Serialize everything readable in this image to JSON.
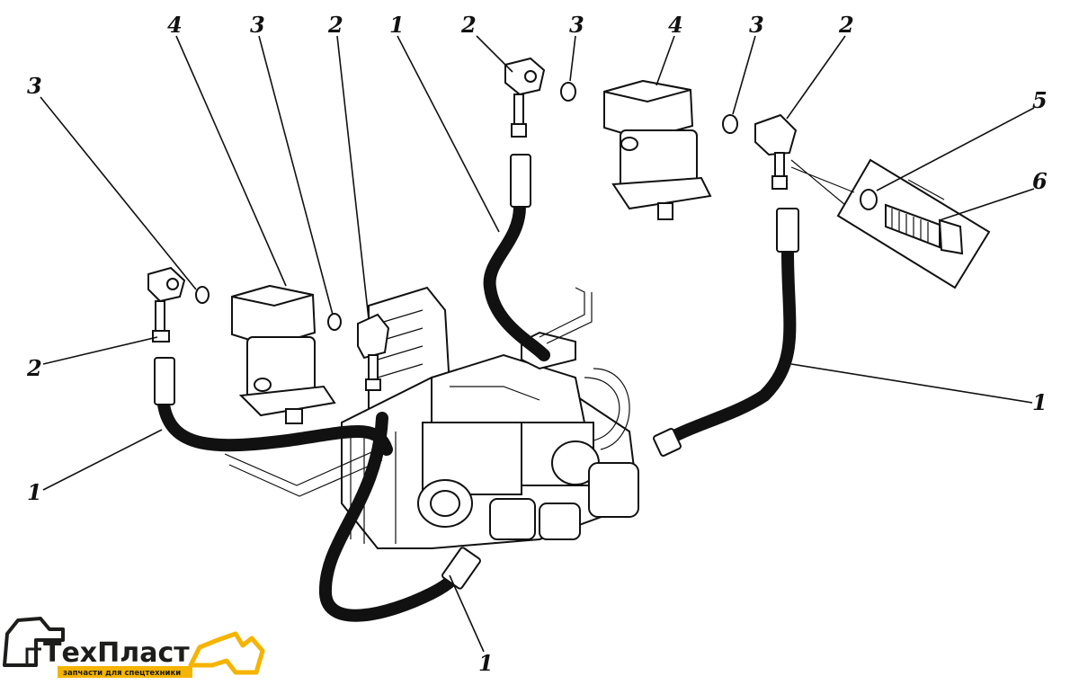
{
  "callouts": {
    "c1": "3",
    "c2": "4",
    "c3": "3",
    "c4": "2",
    "c5": "1",
    "c6": "2",
    "c7": "3",
    "c8": "4",
    "c9": "3",
    "c10": "2",
    "c11": "5",
    "c12": "6",
    "c13": "2",
    "c14": "1",
    "c15": "1",
    "c16": "1"
  },
  "logo": {
    "brand": "ТехПласт",
    "tagline": "запчасти для спецтехники",
    "accent_color": "#f5b400"
  }
}
